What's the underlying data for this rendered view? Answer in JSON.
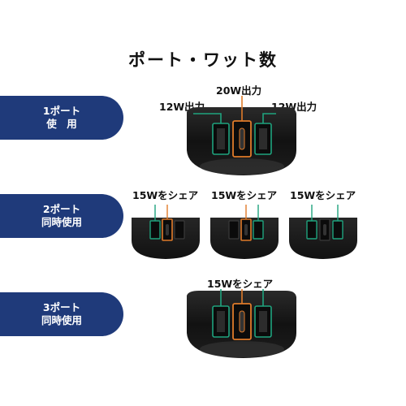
{
  "title": "ポート・ワット数",
  "rows": [
    {
      "tab_line1": "1ポート",
      "tab_line2": "使　用",
      "labels": {
        "left": "12W出力",
        "center": "20W出力",
        "right": "12W出力"
      }
    },
    {
      "tab_line1": "2ポート",
      "tab_line2": "同時使用",
      "labels": [
        "15Wをシェア",
        "15Wをシェア",
        "15Wをシェア"
      ]
    },
    {
      "tab_line1": "3ポート",
      "tab_line2": "同時使用",
      "labels": {
        "center": "15Wをシェア"
      }
    }
  ],
  "colors": {
    "tab_bg": "#1f3a7a",
    "usb_a_highlight": "#1fa37e",
    "usb_c_highlight": "#e07b2a",
    "device_body": "#151515"
  }
}
